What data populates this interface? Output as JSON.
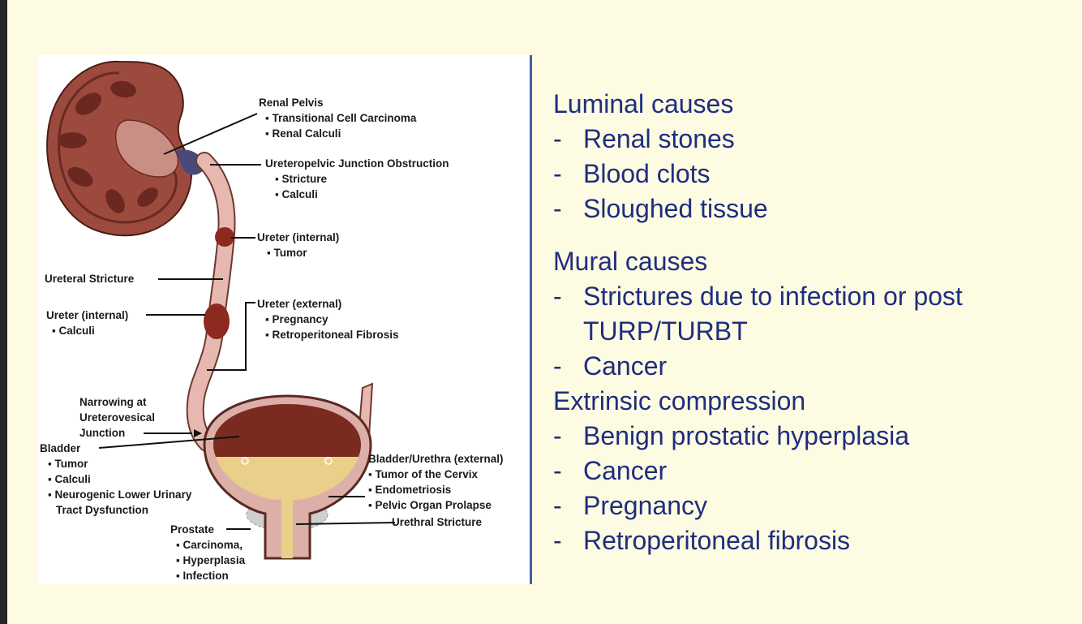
{
  "diagram": {
    "labels": {
      "renal_pelvis_title": "Renal Pelvis",
      "renal_pelvis_1": "▪ Transitional Cell Carcinoma",
      "renal_pelvis_2": "▪ Renal Calculi",
      "upj_title": "Ureteropelvic Junction Obstruction",
      "upj_1": "▪ Stricture",
      "upj_2": "▪ Calculi",
      "ureter_int_right_title": "Ureter (internal)",
      "ureter_int_right_1": "▪ Tumor",
      "ureteral_stricture": "Ureteral Stricture",
      "ureter_int_left_title": "Ureter (internal)",
      "ureter_int_left_1": "▪ Calculi",
      "ureter_ext_title": "Ureter (external)",
      "ureter_ext_1": "▪ Pregnancy",
      "ureter_ext_2": "▪ Retroperitoneal Fibrosis",
      "narrowing_1": "Narrowing at",
      "narrowing_2": "Ureterovesical",
      "narrowing_3": "Junction",
      "bladder_title": "Bladder",
      "bladder_1": "▪ Tumor",
      "bladder_2": "▪ Calculi",
      "bladder_3": "▪ Neurogenic Lower Urinary",
      "bladder_4": "Tract Dysfunction",
      "bladder_ext_title": "Bladder/Urethra (external)",
      "bladder_ext_1": "▪ Tumor of the Cervix",
      "bladder_ext_2": "▪ Endometriosis",
      "bladder_ext_3": "▪ Pelvic Organ Prolapse",
      "urethral_stricture": "Urethral Stricture",
      "prostate_title": "Prostate",
      "prostate_1": "▪ Carcinoma,",
      "prostate_2": "▪ Hyperplasia",
      "prostate_3": "▪ Infection"
    }
  },
  "causes": {
    "luminal": {
      "title": "Luminal causes",
      "items": [
        "Renal stones",
        "Blood clots",
        "Sloughed tissue"
      ]
    },
    "mural": {
      "title": "Mural causes",
      "items": [
        "Strictures due to infection or post TURP/TURBT",
        "Cancer"
      ]
    },
    "extrinsic": {
      "title": "Extrinsic compression",
      "items": [
        "Benign prostatic hyperplasia",
        "Cancer",
        "Pregnancy",
        "Retroperitoneal fibrosis"
      ]
    },
    "dash": "-"
  },
  "colors": {
    "background": "#fdfbe2",
    "text_blue": "#1f2d80",
    "divider": "#3f5fa8",
    "kidney": "#8a3a30",
    "ureter": "#d8a49c",
    "bladder_urine": "#e9cf8a"
  }
}
